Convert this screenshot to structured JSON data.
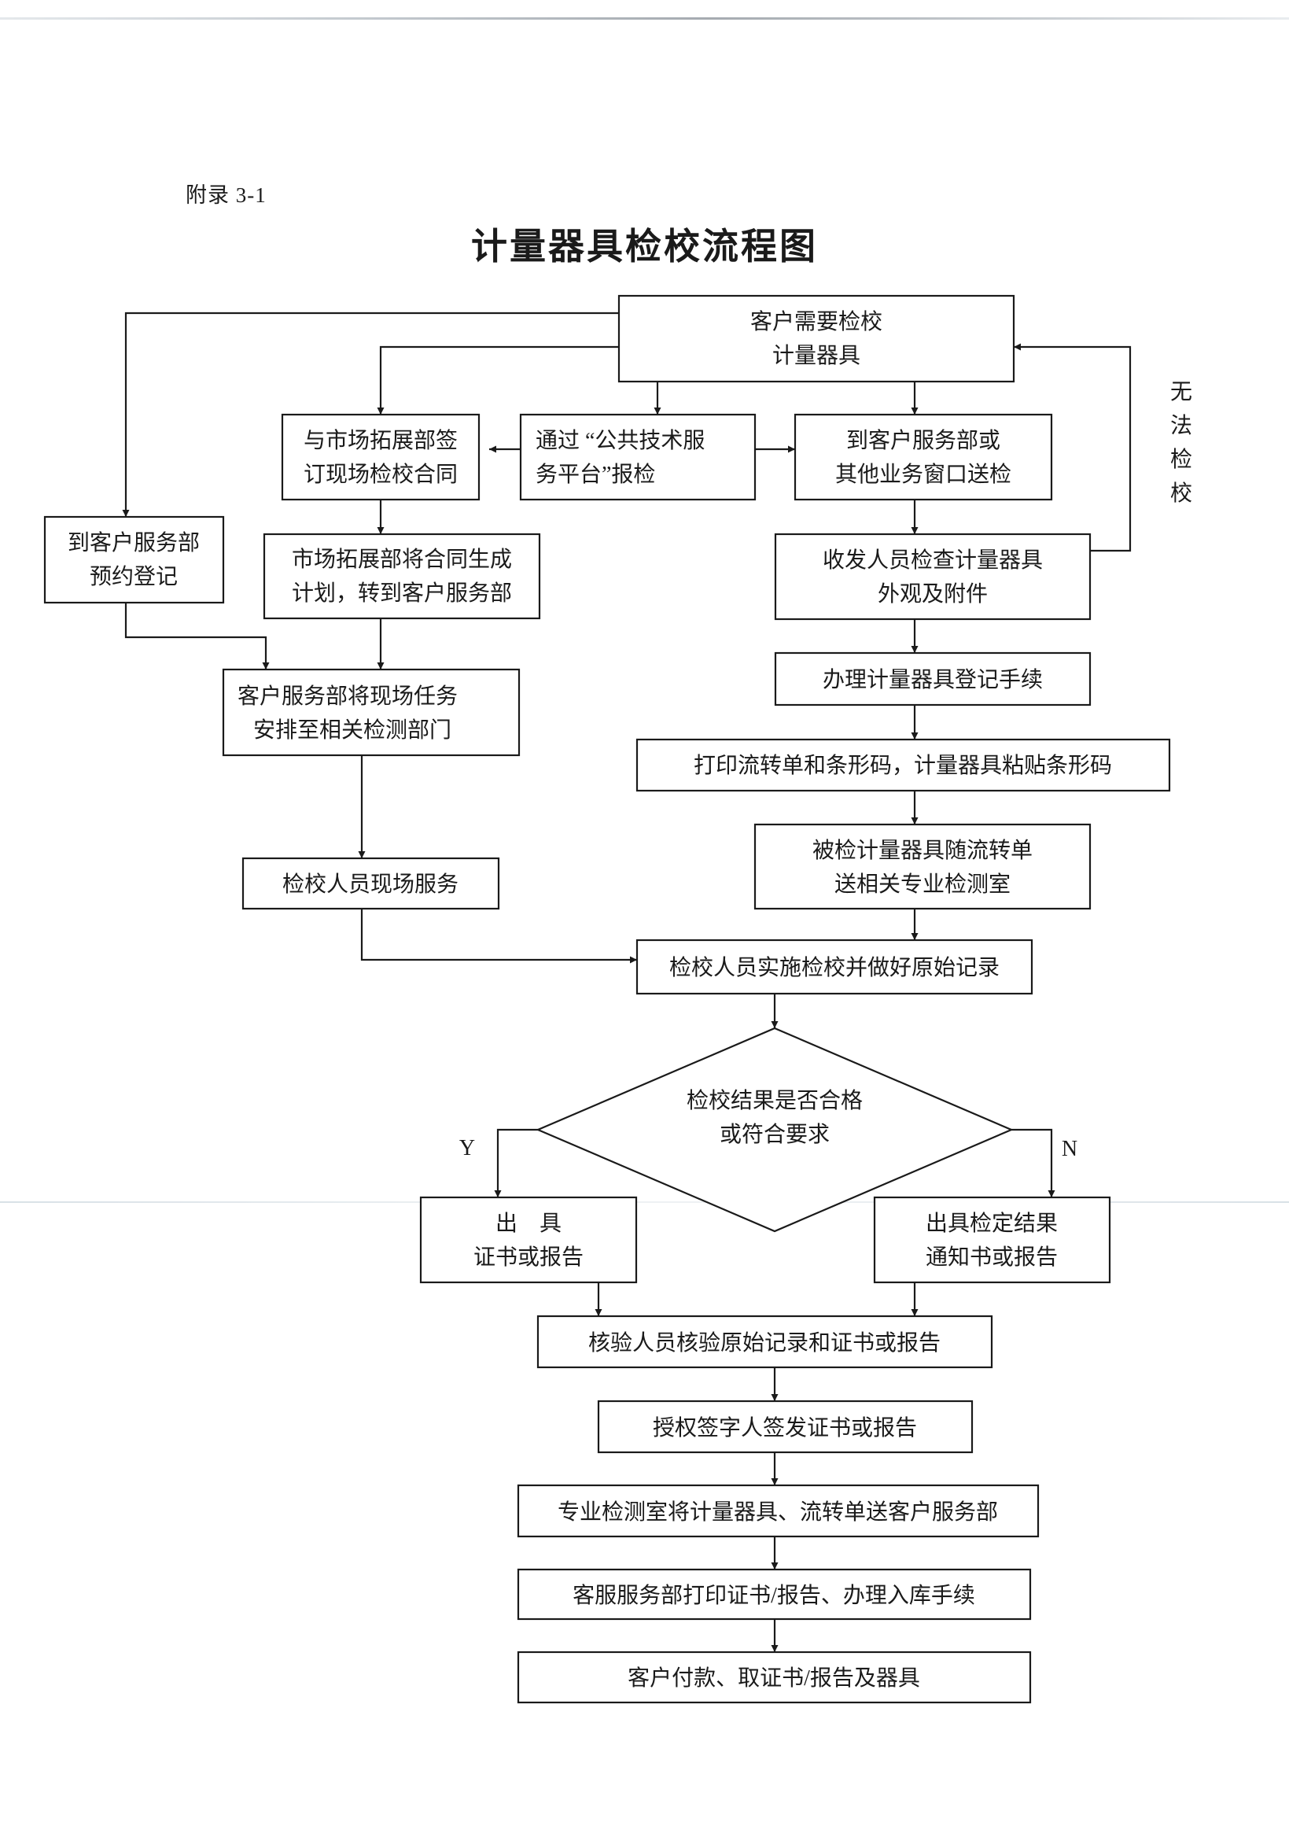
{
  "appendix_label": "附录 3-1",
  "title": "计量器具检校流程图",
  "nodes": {
    "customer_need": [
      "客户需要检校",
      "计量器具"
    ],
    "market_contract": [
      "与市场拓展部签",
      "订现场检校合同"
    ],
    "platform": [
      "通过 “公共技术服",
      "务平台”报检"
    ],
    "send_window": [
      "到客户服务部或",
      "其他业务窗口送检"
    ],
    "reserve": [
      "到客户服务部",
      "预约登记"
    ],
    "market_plan": [
      "市场拓展部将合同生成",
      "计划，转到客户服务部"
    ],
    "receive_check": [
      "收发人员检查计量器具",
      "外观及附件"
    ],
    "register": [
      "办理计量器具登记手续"
    ],
    "arrange_onsite": [
      "客户服务部将现场任务",
      "安排至相关检测部门"
    ],
    "print_barcode": [
      "打印流转单和条形码，计量器具粘贴条形码"
    ],
    "send_lab": [
      "被检计量器具随流转单",
      "送相关专业检测室"
    ],
    "onsite_service": [
      "检校人员现场服务"
    ],
    "perform": [
      "检校人员实施检校并做好原始记录"
    ],
    "decision": [
      "检校结果是否合格",
      "或符合要求"
    ],
    "issue_cert": [
      "出　具",
      "证书或报告"
    ],
    "issue_notice": [
      "出具检定结果",
      "通知书或报告"
    ],
    "verify": [
      "核验人员核验原始记录和证书或报告"
    ],
    "sign": [
      "授权签字人签发证书或报告"
    ],
    "return_instr": [
      "专业检测室将计量器具、流转单送客户服务部"
    ],
    "print_cert": [
      "客服服务部打印证书/报告、办理入库手续"
    ],
    "pay_collect": [
      "客户付款、取证书/报告及器具"
    ]
  },
  "edge_labels": {
    "yes": "Y",
    "no": "N",
    "cannot_calibrate": [
      "无",
      "法",
      "检",
      "校"
    ]
  }
}
